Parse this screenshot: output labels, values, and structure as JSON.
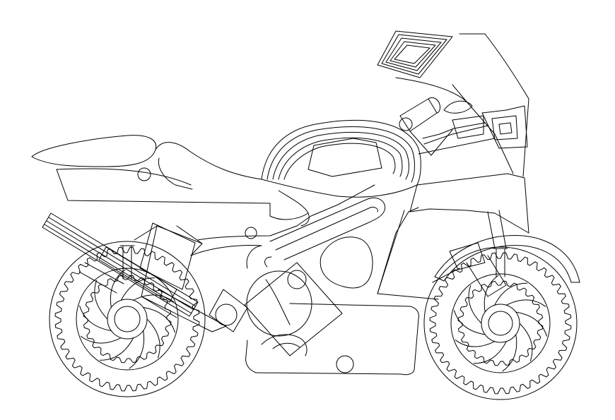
{
  "drawing": {
    "subject": "motorcycle-line-drawing",
    "background_color": "#ffffff",
    "line_color": "#000000",
    "parts": [
      "rear-wheel",
      "front-wheel",
      "front-fender",
      "exhaust-muffler",
      "rear-seat",
      "fuel-tank",
      "fairing",
      "windscreen",
      "headlight",
      "mirror",
      "frame",
      "engine",
      "lower-fairing",
      "swingarm",
      "fork"
    ]
  }
}
